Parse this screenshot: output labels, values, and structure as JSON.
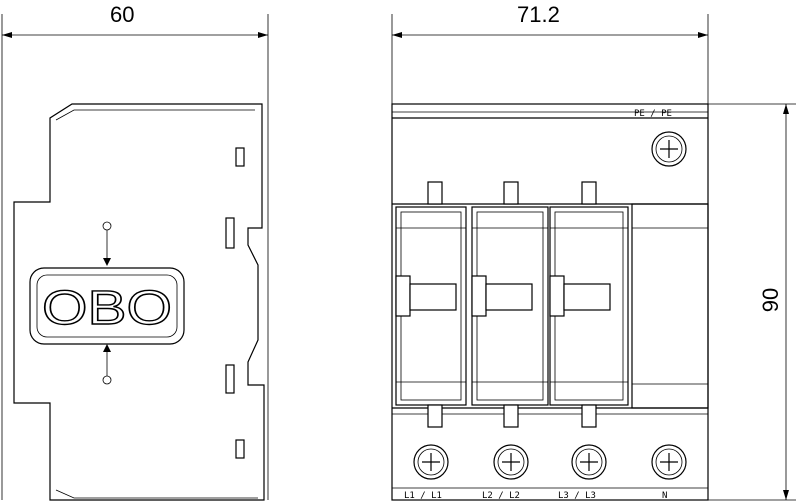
{
  "dimensions": {
    "side_width": "60",
    "front_width": "71.2",
    "height": "90"
  },
  "logo": {
    "text": "OBO"
  },
  "terminal_labels": {
    "top_right": "PE / PE",
    "bottom": [
      "L1 / L1",
      "L2 / L2",
      "L3 / L3",
      "N"
    ]
  }
}
